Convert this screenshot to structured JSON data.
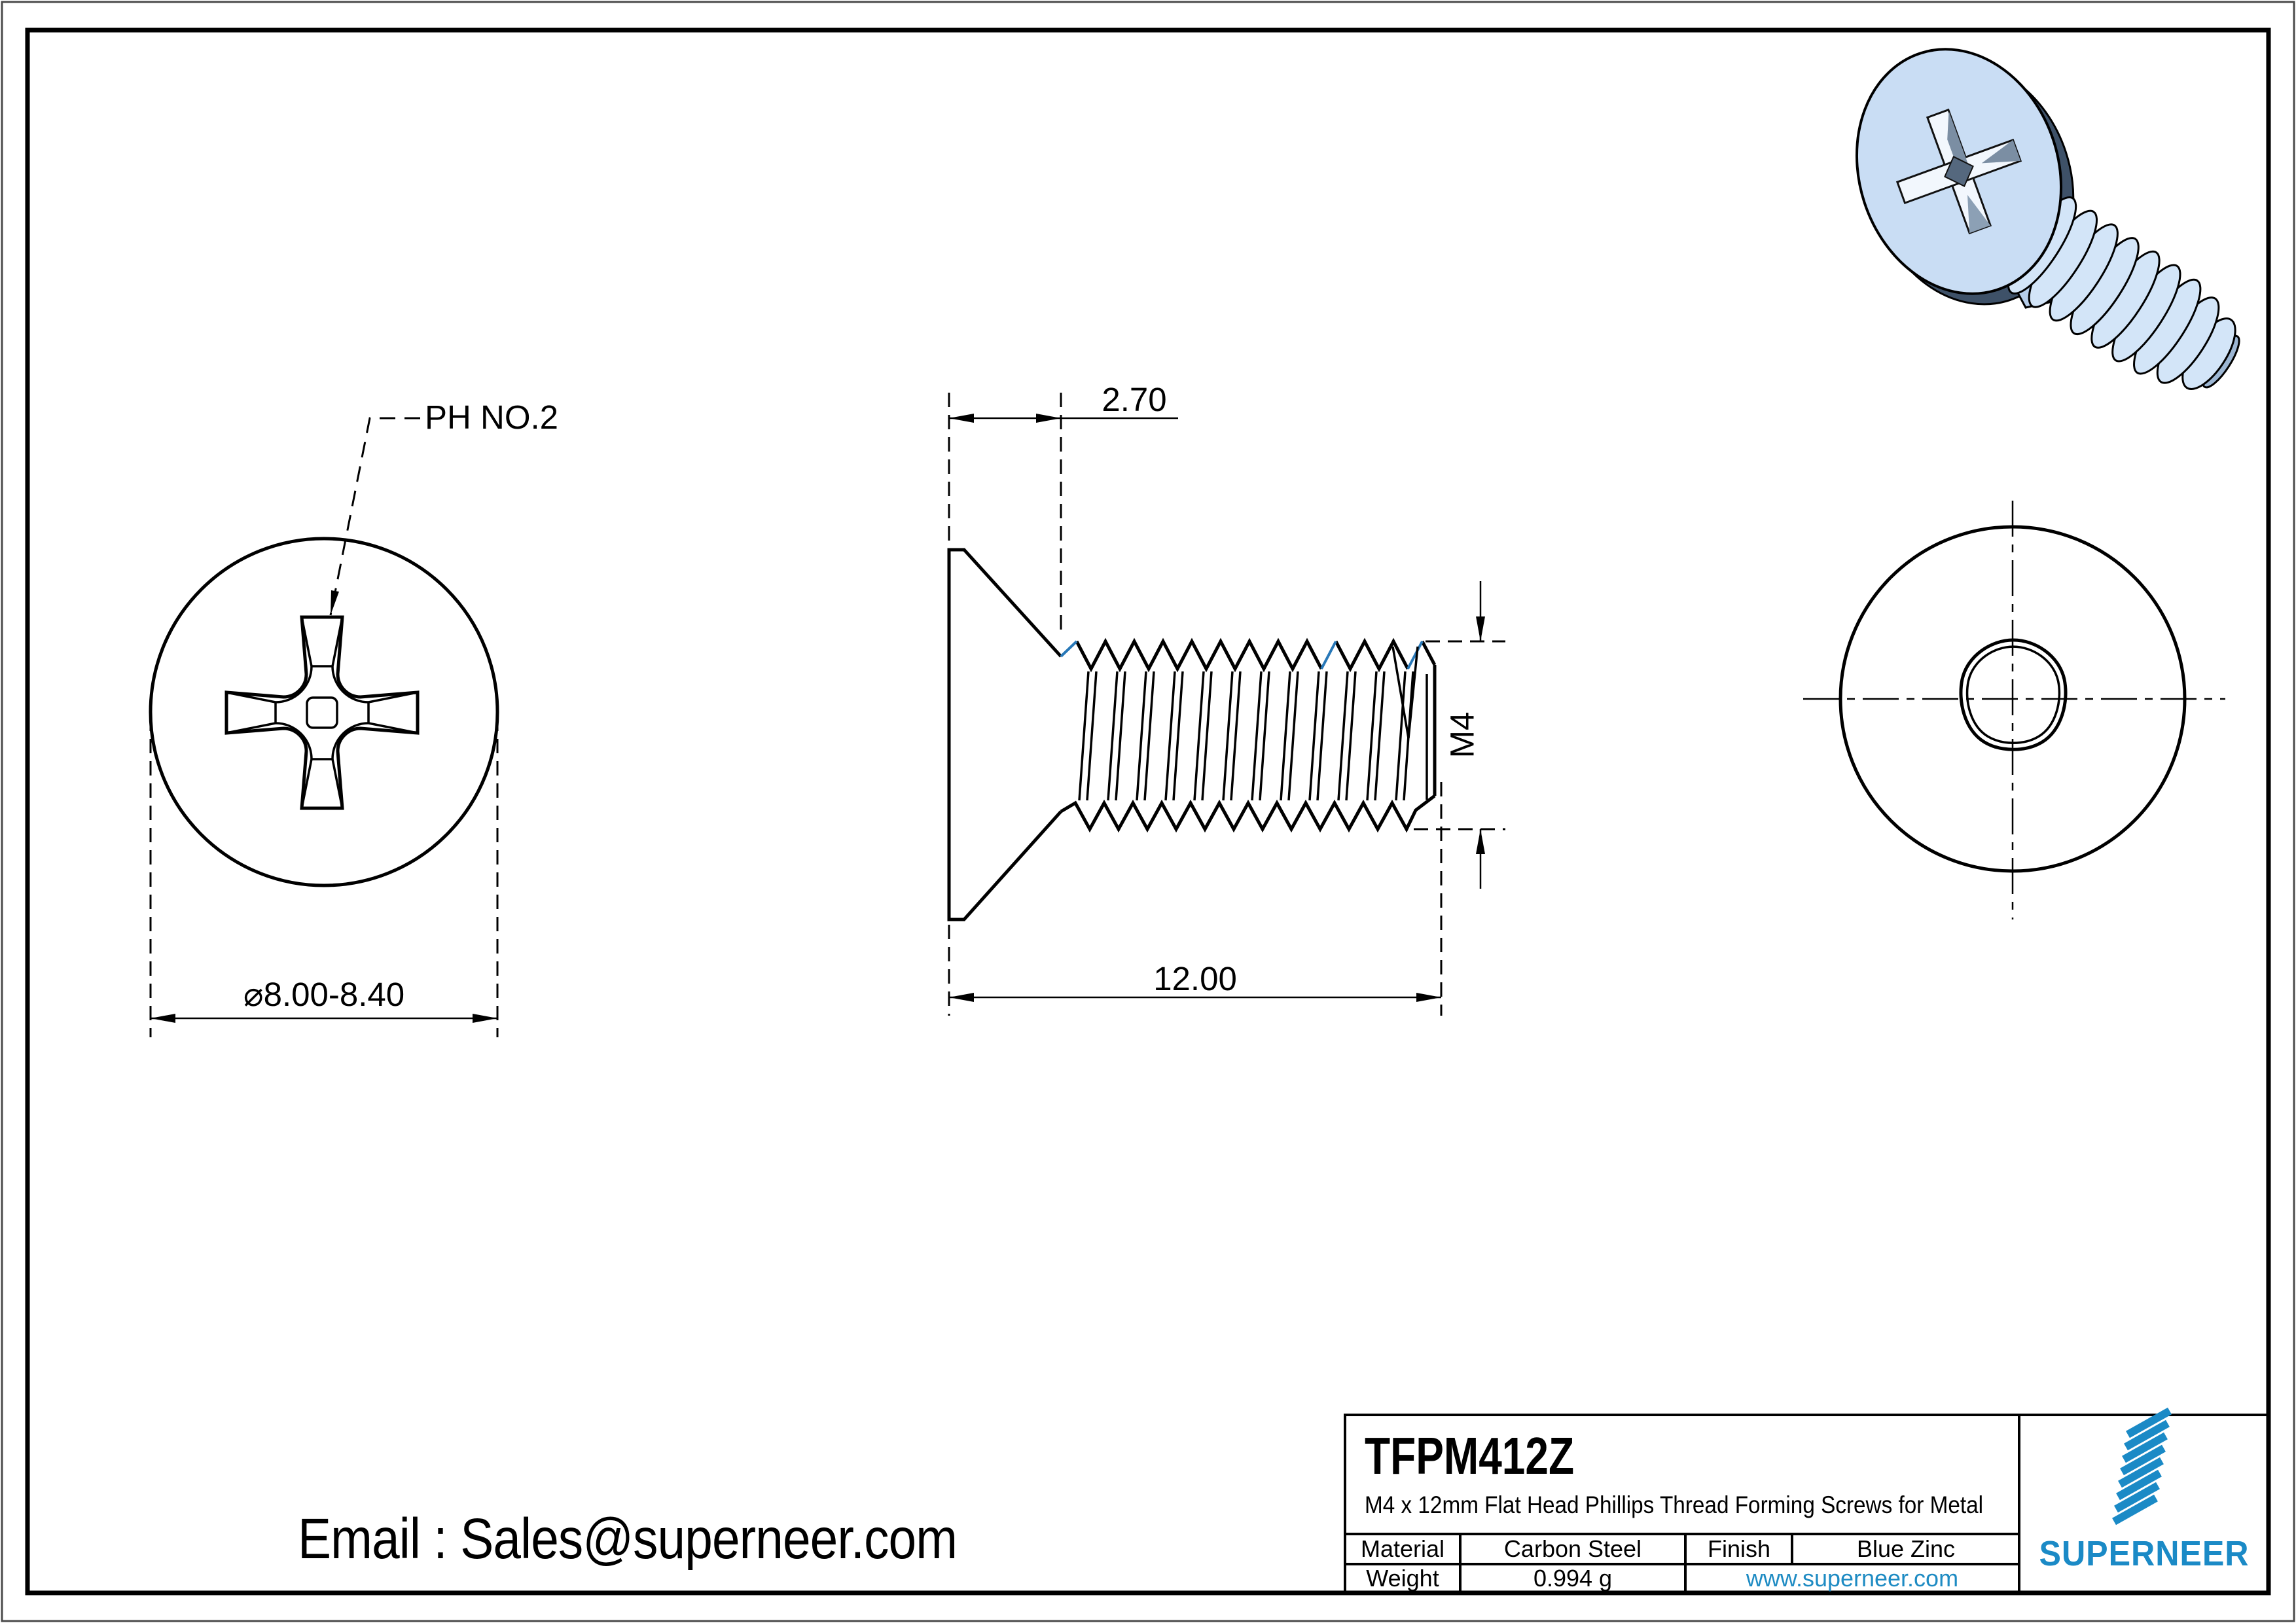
{
  "page": {
    "email": "Email : Sales@superneer.com"
  },
  "views": {
    "front": {
      "label": "PH NO.2",
      "diameter": "⌀8.00-8.40"
    },
    "side": {
      "head_height": "2.70",
      "length": "12.00",
      "thread": "M4"
    }
  },
  "title_block": {
    "part_number": "TFPM412Z",
    "description": "M4 x 12mm Flat Head Phillips Thread Forming Screws for Metal",
    "material_label": "Material",
    "material_value": "Carbon Steel",
    "finish_label": "Finish",
    "finish_value": "Blue Zinc",
    "weight_label": "Weight",
    "weight_value": "0.994 g",
    "website": "www.superneer.com",
    "brand": "SUPERNEER"
  },
  "colors": {
    "accent_blue": "#1b8ac6",
    "link_blue": "#1e8bc3",
    "thread_blue": "#2878b8",
    "screw_body_blue": "#c9ddf4",
    "line_black": "#000000"
  }
}
